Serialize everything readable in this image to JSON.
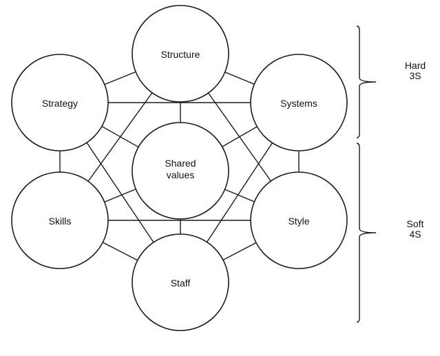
{
  "diagram": {
    "nodes": [
      {
        "id": "structure",
        "label": [
          "Structure"
        ]
      },
      {
        "id": "strategy",
        "label": [
          "Strategy"
        ]
      },
      {
        "id": "systems",
        "label": [
          "Systems"
        ]
      },
      {
        "id": "shared-values",
        "label": [
          "Shared",
          "values"
        ]
      },
      {
        "id": "skills",
        "label": [
          "Skills"
        ]
      },
      {
        "id": "style",
        "label": [
          "Style"
        ]
      },
      {
        "id": "staff",
        "label": [
          "Staff"
        ]
      }
    ],
    "edges": [
      [
        "strategy",
        "structure"
      ],
      [
        "structure",
        "systems"
      ],
      [
        "systems",
        "style"
      ],
      [
        "style",
        "staff"
      ],
      [
        "staff",
        "skills"
      ],
      [
        "skills",
        "strategy"
      ],
      [
        "strategy",
        "systems"
      ],
      [
        "skills",
        "style"
      ],
      [
        "structure",
        "skills"
      ],
      [
        "structure",
        "style"
      ],
      [
        "strategy",
        "staff"
      ],
      [
        "systems",
        "staff"
      ],
      [
        "strategy",
        "shared-values"
      ],
      [
        "structure",
        "shared-values"
      ],
      [
        "systems",
        "shared-values"
      ],
      [
        "skills",
        "shared-values"
      ],
      [
        "style",
        "shared-values"
      ],
      [
        "staff",
        "shared-values"
      ]
    ],
    "groups": [
      {
        "id": "hard",
        "label": [
          "Hard",
          "3S"
        ]
      },
      {
        "id": "soft",
        "label": [
          "Soft",
          "4S"
        ]
      }
    ]
  }
}
